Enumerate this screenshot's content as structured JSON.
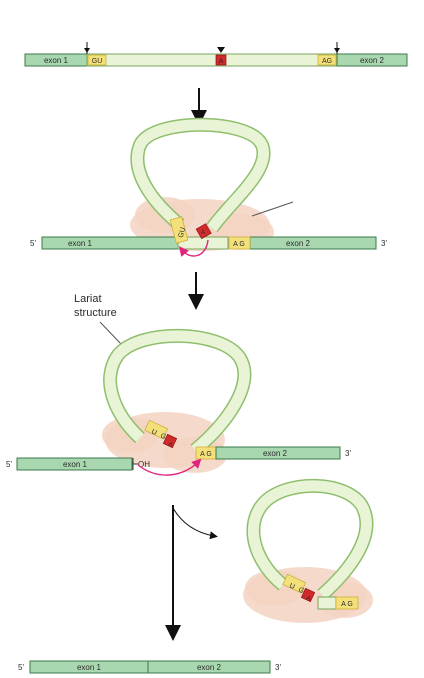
{
  "labels": {
    "exon1": "exon 1",
    "exon2": "exon 2",
    "gu": "GU",
    "ag": "AG",
    "a": "A",
    "a_lower": "A",
    "ag_spaced": "A G",
    "u": "U",
    "g": "G",
    "five_prime": "5'",
    "three_prime": "3'",
    "oh": "OH",
    "lariat_line1": "Lariat",
    "lariat_line2": "structure"
  },
  "colors": {
    "exon_fill": "#a9d8b0",
    "intron_fill": "#e9f3d6",
    "splice_site": "#f3e07a",
    "branch_point": "#d12a2a",
    "spliceosome": "#f3d3c2",
    "transfer_arrow": "#e0267c"
  }
}
